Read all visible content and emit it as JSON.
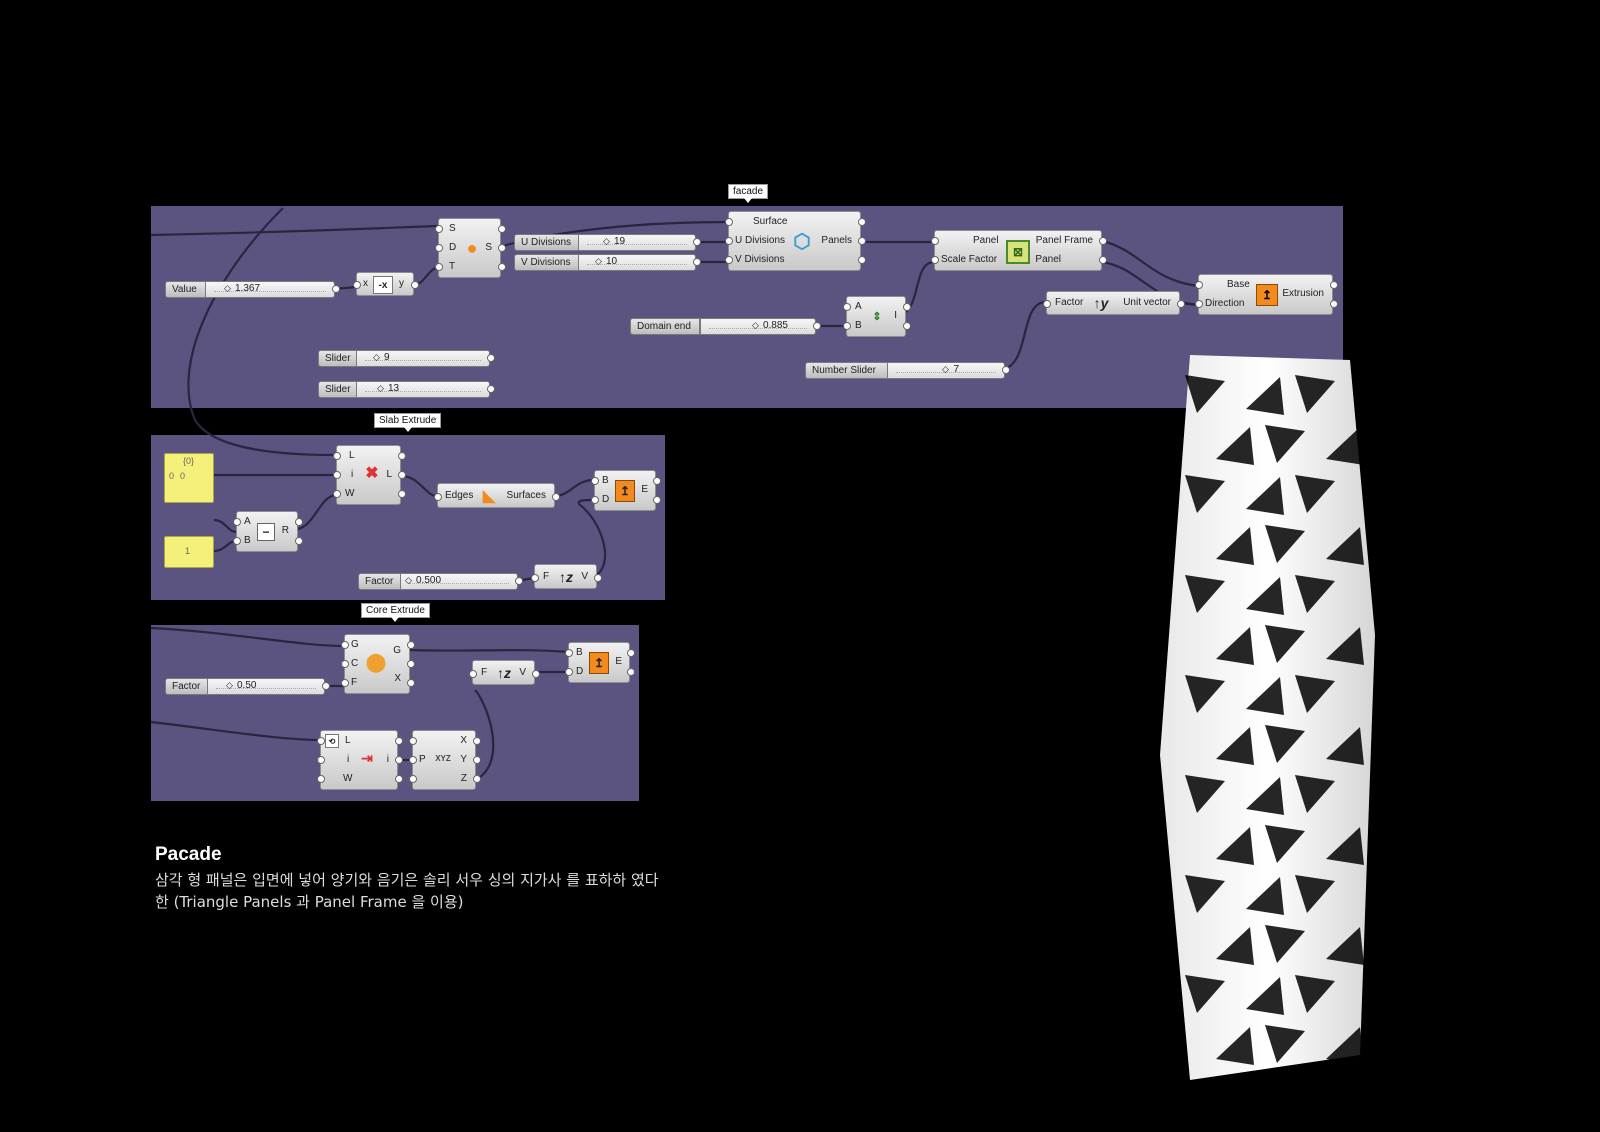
{
  "groups": {
    "facade": "facade",
    "slab": "Slab Extrude",
    "core": "Core Extrude"
  },
  "facade": {
    "surface_node": {
      "in_s": "S",
      "in_d": "D",
      "in_t": "T",
      "out_s": "S"
    },
    "value_slider": {
      "label": "Value",
      "value": "1.367"
    },
    "neg_node": {
      "in": "x",
      "out": "y"
    },
    "u_slider": {
      "label": "U Divisions",
      "value": "19"
    },
    "v_slider": {
      "label": "V Divisions",
      "value": "10"
    },
    "panel_node": {
      "in1": "Surface",
      "in2": "U Divisions",
      "in3": "V Divisions",
      "out": "Panels"
    },
    "frame_node": {
      "in1": "Panel",
      "in2": "Scale Factor",
      "out1": "Panel Frame",
      "out2": "Panel"
    },
    "extrude_node": {
      "in1": "Base",
      "in2": "Direction",
      "out": "Extrusion"
    },
    "unit_node": {
      "in": "Factor",
      "out": "Unit vector"
    },
    "domain_slider": {
      "label": "Domain end",
      "value": "0.885"
    },
    "ab_node": {
      "in1": "A",
      "in2": "B",
      "out": "I"
    },
    "slider1": {
      "label": "Slider",
      "value": "9"
    },
    "slider2": {
      "label": "Slider",
      "value": "13"
    },
    "number_slider": {
      "label": "Number Slider",
      "value": "7"
    }
  },
  "slab": {
    "panel_yellow": {
      "header": "{0}",
      "index": "0",
      "value": "0"
    },
    "one_yellow": {
      "value": "1"
    },
    "list_node": {
      "in1": "L",
      "in2": "i",
      "in3": "W",
      "out": "L"
    },
    "minus_node": {
      "in1": "A",
      "in2": "B",
      "out": "R"
    },
    "edges_node": {
      "in": "Edges",
      "out": "Surfaces"
    },
    "extr_node": {
      "in1": "B",
      "in2": "D",
      "out": "E"
    },
    "factor_slider": {
      "label": "Factor",
      "value": "0.500"
    },
    "unitz_node": {
      "in": "F",
      "out": "V"
    }
  },
  "core": {
    "factor_slider": {
      "label": "Factor",
      "value": "0.50"
    },
    "scale_node": {
      "in1": "G",
      "in2": "C",
      "in3": "F",
      "out1": "G",
      "out2": "X"
    },
    "unitz_node": {
      "in": "F",
      "out": "V"
    },
    "extr_node": {
      "in1": "B",
      "in2": "D",
      "out": "E"
    },
    "list_node": {
      "in1": "L",
      "in2": "i",
      "in3": "W",
      "out": "i"
    },
    "decon_node": {
      "in": "P",
      "out1": "X",
      "out2": "Y",
      "out3": "Z"
    }
  },
  "text": {
    "heading": "Pacade",
    "line1": "삼각 형 패널은 입면에 넣어 양기와 음기은 솔리 서우 싱의 지가사 를 표하하 였다",
    "line2": "한 (Triangle Panels 과 Panel Frame 을 이용)"
  },
  "colors": {
    "group": "#5b5480",
    "wire": "#2a2540",
    "yellow": "#f5f07a",
    "orange": "#f28a1e"
  }
}
